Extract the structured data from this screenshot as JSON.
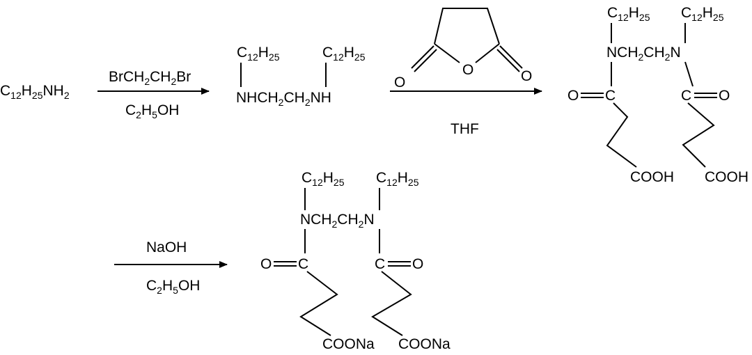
{
  "reactant": {
    "p1": "C",
    "s1": "12",
    "p2": "H",
    "s2": "25",
    "p3": "NH",
    "s3": "2"
  },
  "step1": {
    "reagent": {
      "p1": "BrCH",
      "s1": "2",
      "p2": "CH",
      "s2": "2",
      "p3": "Br"
    },
    "solvent": {
      "p1": "C",
      "s1": "2",
      "p2": "H",
      "s2": "5",
      "p3": "OH"
    }
  },
  "diamine": {
    "alkyl_left": {
      "p1": "C",
      "s1": "12",
      "p2": "H",
      "s2": "25"
    },
    "alkyl_right": {
      "p1": "C",
      "s1": "12",
      "p2": "H",
      "s2": "25"
    },
    "chain": {
      "p1": "NHCH",
      "s1": "2",
      "p2": "CH",
      "s2": "2",
      "p3": "NH"
    }
  },
  "step2": {
    "anhydride_o_left": "O",
    "anhydride_o_ring": "O",
    "anhydride_o_right": "O",
    "solvent": "THF"
  },
  "diacid": {
    "alkyl_left": {
      "p1": "C",
      "s1": "12",
      "p2": "H",
      "s2": "25"
    },
    "alkyl_right": {
      "p1": "C",
      "s1": "12",
      "p2": "H",
      "s2": "25"
    },
    "chain": {
      "p1": "NCH",
      "s1": "2",
      "p2": "CH",
      "s2": "2",
      "p3": "N"
    },
    "carbonyl_left": {
      "o": "O",
      "c": "C"
    },
    "carbonyl_right": {
      "c": "C",
      "o": "O"
    },
    "end_left": "COOH",
    "end_right": "COOH"
  },
  "step3": {
    "reagent": "NaOH",
    "solvent": {
      "p1": "C",
      "s1": "2",
      "p2": "H",
      "s2": "5",
      "p3": "OH"
    }
  },
  "salt": {
    "alkyl_left": {
      "p1": "C",
      "s1": "12",
      "p2": "H",
      "s2": "25"
    },
    "alkyl_right": {
      "p1": "C",
      "s1": "12",
      "p2": "H",
      "s2": "25"
    },
    "chain": {
      "p1": "NCH",
      "s1": "2",
      "p2": "CH",
      "s2": "2",
      "p3": "N"
    },
    "carbonyl_left": {
      "o": "O",
      "c": "C"
    },
    "carbonyl_right": {
      "c": "C",
      "o": "O"
    },
    "end_left": "COONa",
    "end_right": "COONa"
  }
}
